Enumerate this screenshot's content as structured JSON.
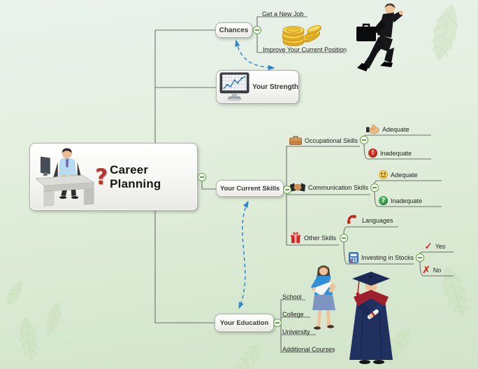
{
  "title_node": {
    "label": "Career Planning",
    "question_mark": "?"
  },
  "branches": {
    "chances": {
      "label": "Chances",
      "children": {
        "get_a_new_job": {
          "label": "Get a New Job"
        },
        "improve_position": {
          "label": "Improve Your Current Position"
        }
      }
    },
    "your_strength": {
      "label": "Your Strength"
    },
    "your_current_skills": {
      "label": "Your Current Skills",
      "children": {
        "occupational_skills": {
          "label": "Occupational Skills",
          "adequate": "Adequate",
          "inadequate": "Inadequate"
        },
        "communication_skills": {
          "label": "Communication Skills",
          "adequate": "Adequate",
          "inadequate": "Inadequate"
        },
        "other_skills": {
          "label": "Other Skills",
          "languages": "Languages",
          "investing": {
            "label": "Investing in Stocks",
            "yes": "Yes",
            "no": "No"
          }
        }
      }
    },
    "your_education": {
      "label": "Your Education",
      "children": {
        "school": "School",
        "college": "College",
        "university": "University",
        "additional_courses": "Additional Courses"
      }
    }
  },
  "icon_glyphs": {
    "inadequate_exclaim": "!",
    "inadequate_question": "?",
    "yes_check": "✓",
    "no_cross": "✗"
  },
  "colors": {
    "background_top": "#eaf2ec",
    "background_bottom": "#d2e4ca",
    "node_border": "#afafa9",
    "connector": "#6e6e6e",
    "collapse_green": "#5fa33e",
    "relation_arrow_blue": "#2e86d0",
    "alert_red": "#dc2f23",
    "ok_green": "#3fae54",
    "coin_gold": "#f6d04c"
  }
}
